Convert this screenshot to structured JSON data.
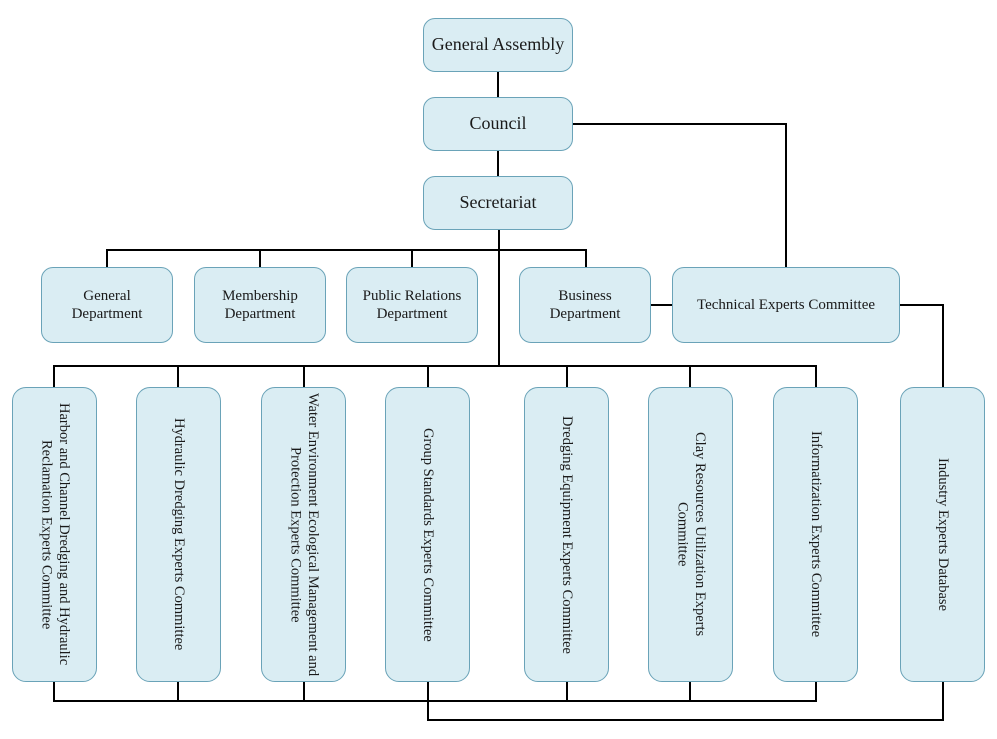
{
  "chart_type": "organization-chart",
  "colors": {
    "box_fill": "#daedf3",
    "box_border": "#6aa3b8",
    "connector": "#000000",
    "text": "#1a1a1a"
  },
  "top": {
    "general_assembly": "General Assembly",
    "council": "Council",
    "secretariat": "Secretariat"
  },
  "departments": [
    {
      "id": "general",
      "label": "General Department"
    },
    {
      "id": "membership",
      "label": "Membership Department"
    },
    {
      "id": "public-relations",
      "label": "Public Relations Department"
    },
    {
      "id": "business",
      "label": "Business Department"
    },
    {
      "id": "technical",
      "label": "Technical Experts Committee"
    }
  ],
  "committees": [
    {
      "id": "harbor",
      "label": "Harbor and Channel Dredging and Hydraulic Reclamation Experts Committee"
    },
    {
      "id": "hydraulic",
      "label": "Hydraulic Dredging Experts Committee"
    },
    {
      "id": "water",
      "label": "Water Environment Ecological Management and Protection Experts Committee"
    },
    {
      "id": "group-standards",
      "label": "Group Standards Experts Committee"
    },
    {
      "id": "equipment",
      "label": "Dredging Equipment Experts Committee"
    },
    {
      "id": "clay",
      "label": "Clay Resources Utilization Experts Committee"
    },
    {
      "id": "informatization",
      "label": "Informatization Experts Committee"
    },
    {
      "id": "database",
      "label": "Industry Experts Database"
    }
  ]
}
